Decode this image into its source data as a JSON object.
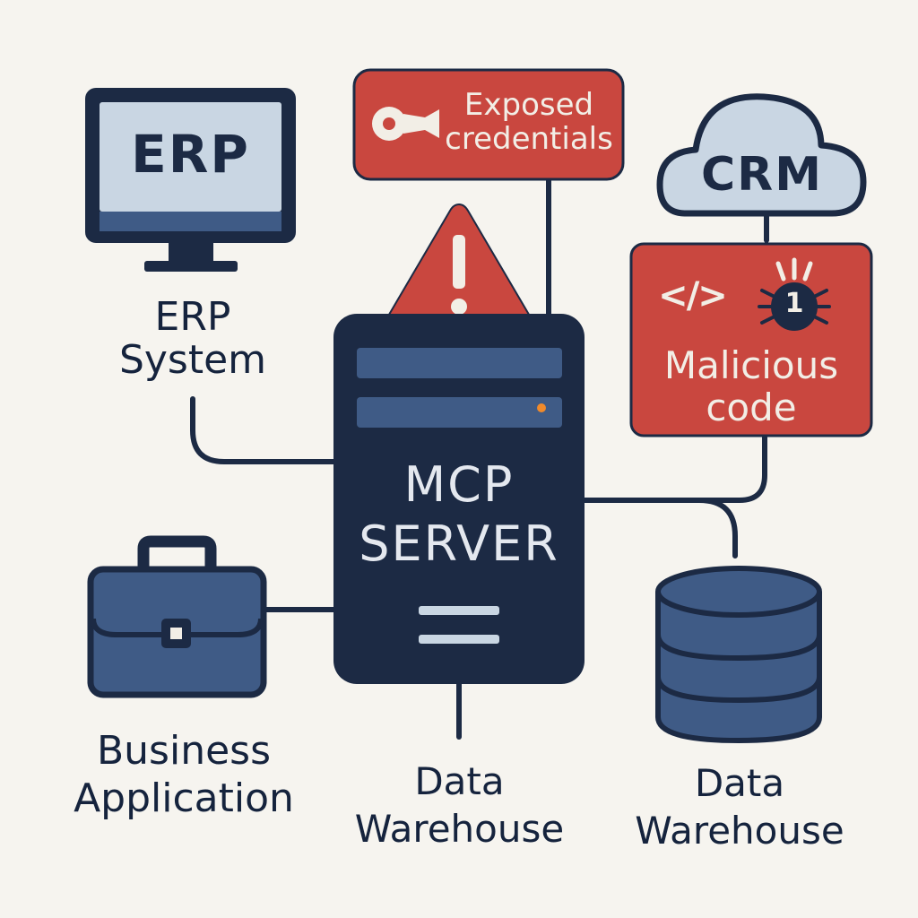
{
  "erp_monitor": {
    "screen_text": "ERP"
  },
  "erp_label": {
    "line1": "ERP",
    "line2": "System"
  },
  "alert_box": {
    "line1": "Exposed",
    "line2": "credentials"
  },
  "crm_cloud": {
    "text": "CRM"
  },
  "malicious_box": {
    "code_glyph": "</>",
    "bug_number": "1",
    "line1": "Malicious",
    "line2": "code"
  },
  "server": {
    "line1": "MCP",
    "line2": "SERVER"
  },
  "business_label": {
    "line1": "Business",
    "line2": "Application"
  },
  "warehouse_center_label": {
    "line1": "Data",
    "line2": "Warehouse"
  },
  "warehouse_right_label": {
    "line1": "Data",
    "line2": "Warehouse"
  },
  "colors": {
    "navy": "#1c2a44",
    "blue": "#3f5b86",
    "light_blue": "#c9d6e3",
    "red": "#c9473f",
    "background": "#f6f4ef",
    "orange_dot": "#f08a2b"
  }
}
